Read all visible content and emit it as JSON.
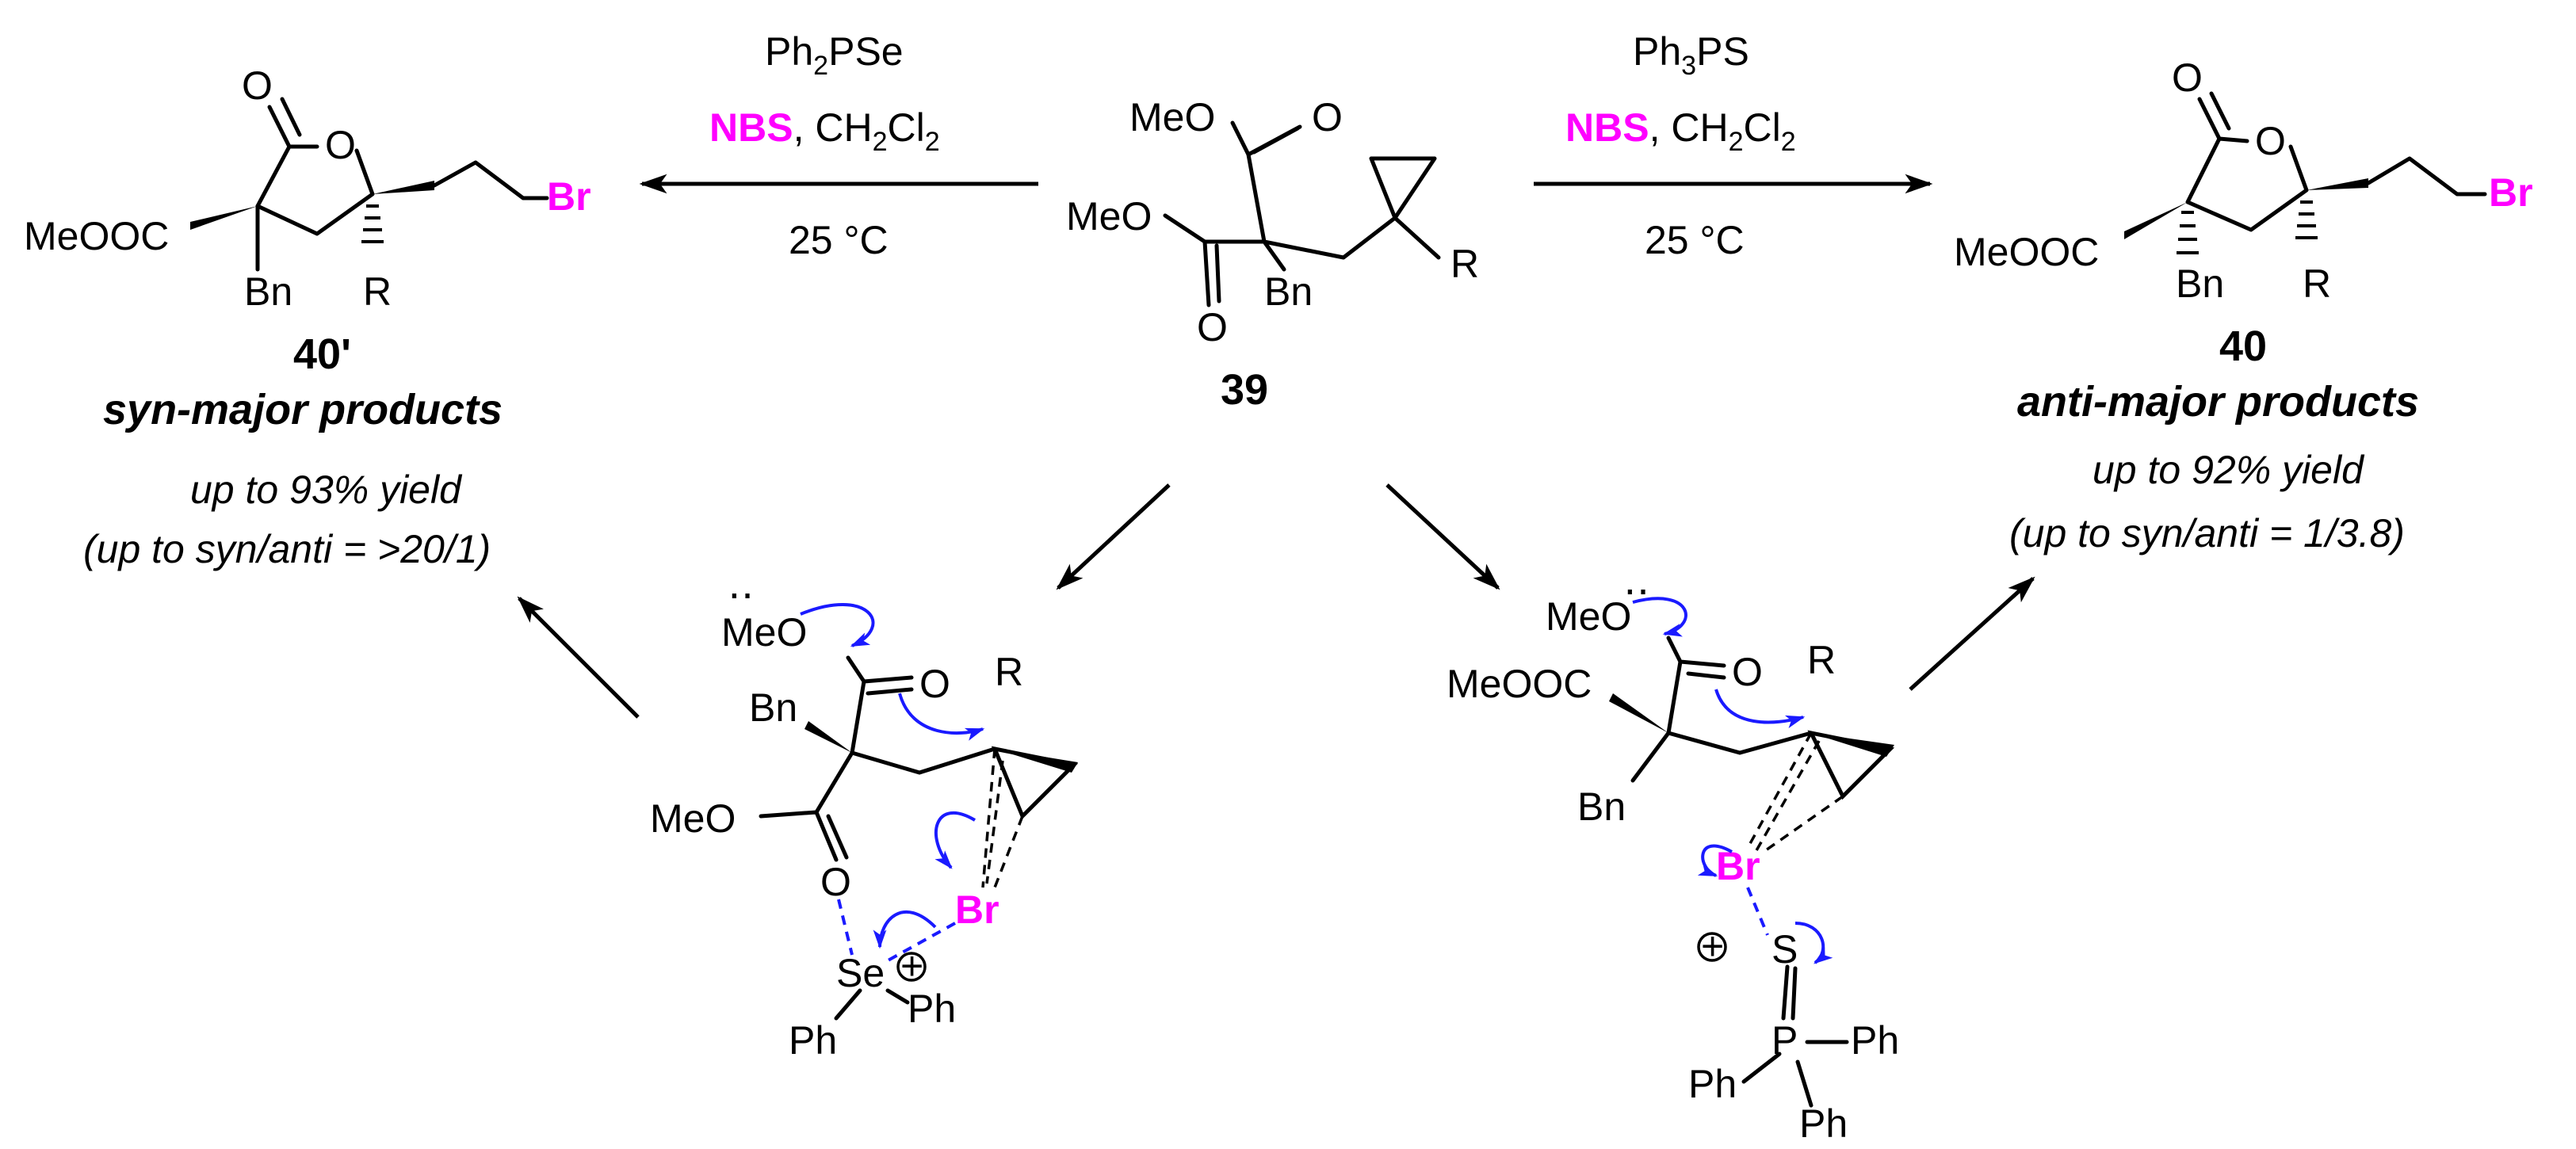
{
  "reaction_left": {
    "reagent": "Ph2PSe",
    "nbs": "NBS",
    "solvent": ", CH2Cl2",
    "temperature": "25 °C"
  },
  "reaction_right": {
    "reagent": "Ph3PS",
    "nbs": "NBS",
    "solvent": ", CH2Cl2",
    "temperature": "25 °C"
  },
  "substrate": {
    "label": "39",
    "meo_top": "MeO",
    "meo_left": "MeO",
    "o_top": "O",
    "o_bottom": "O",
    "bn": "Bn",
    "r": "R"
  },
  "product_left": {
    "label": "40'",
    "title": "syn-major products",
    "yield": "up to 93% yield",
    "ratio": "(up to syn/anti = >20/1)",
    "meooc": "MeOOC",
    "bn": "Bn",
    "r": "R",
    "br": "Br",
    "o_carbonyl": "O",
    "o_ring": "O"
  },
  "product_right": {
    "label": "40",
    "title": "anti-major products",
    "yield": "up to 92% yield",
    "ratio": "(up to syn/anti = 1/3.8)",
    "meooc": "MeOOC",
    "bn": "Bn",
    "r": "R",
    "br": "Br",
    "o_carbonyl": "O",
    "o_ring": "O"
  },
  "intermediate_left": {
    "meo_top": "MeO",
    "meo_left": "MeO",
    "o_top": "O",
    "o_bottom": "O",
    "bn": "Bn",
    "r": "R",
    "br": "Br",
    "se": "Se",
    "ph1": "Ph",
    "ph2": "Ph",
    "plus": "+"
  },
  "intermediate_right": {
    "meo": "MeO",
    "meooc": "MeOOC",
    "o": "O",
    "bn": "Bn",
    "r": "R",
    "br": "Br",
    "s": "S",
    "p": "P",
    "ph1": "Ph",
    "ph2": "Ph",
    "ph3": "Ph",
    "plus": "+"
  },
  "colors": {
    "highlight": "#ff00ff",
    "arrow_push": "#1a1aff"
  }
}
